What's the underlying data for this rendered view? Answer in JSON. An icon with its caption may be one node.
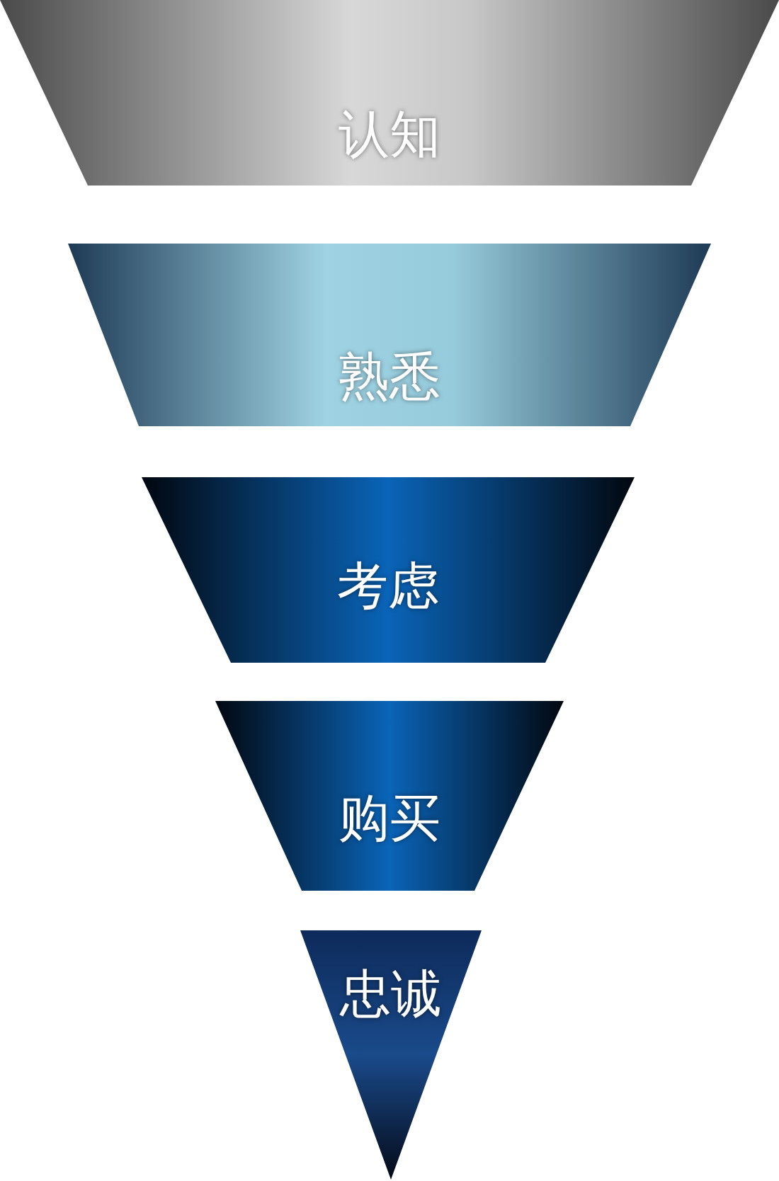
{
  "diagram": {
    "nodes": [
      {
        "text": [
          "认知"
        ]
      },
      {
        "text": [
          "熟悉"
        ]
      },
      {
        "text": [
          "考虑"
        ]
      },
      {
        "text": [
          "购买"
        ]
      },
      {
        "text": [
          "忠诚"
        ]
      }
    ]
  }
}
